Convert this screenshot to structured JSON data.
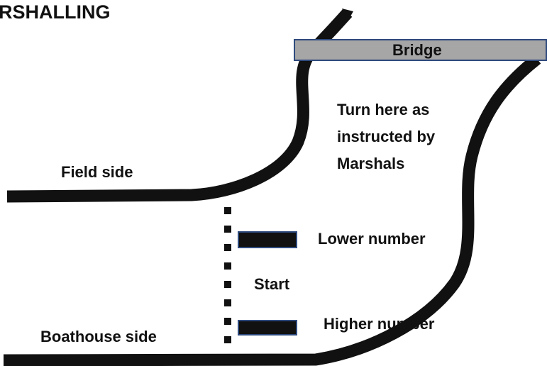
{
  "title": "RSHALLING",
  "labels": {
    "bridge": "Bridge",
    "field_side": "Field side",
    "boathouse_side": "Boathouse side",
    "turn_lines": [
      "Turn here as",
      "instructed by",
      "Marshals"
    ],
    "lower_number": "Lower number",
    "start": "Start",
    "higher_number": "Higher number"
  },
  "colors": {
    "river_bank": "#111111",
    "bridge_fill": "#a6a6a6",
    "bridge_border": "#2e4a7d",
    "boat_fill": "#111111",
    "boat_border": "#2e4a7d"
  }
}
